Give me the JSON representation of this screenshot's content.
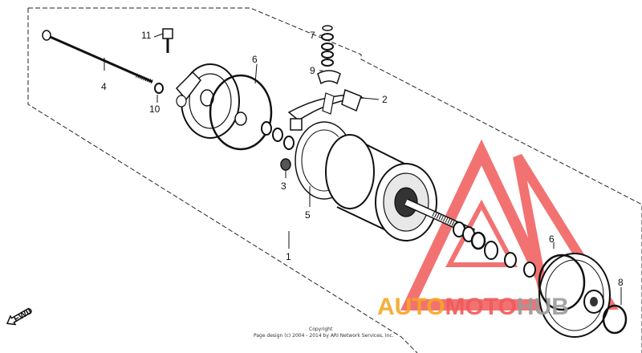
{
  "callouts": {
    "c1": "1",
    "c2": "2",
    "c3": "3",
    "c4": "4",
    "c5": "5",
    "c6a": "6",
    "c6b": "6",
    "c7": "7",
    "c8": "8",
    "c9": "9",
    "c10": "10",
    "c11": "11"
  },
  "direction_label": "FWD",
  "copyright": {
    "line1": "Copyright",
    "line2": "Page design (c) 2004 - 2014 by ARI Network Services, Inc."
  },
  "watermark": {
    "part1": "AUTO",
    "part2": "MOTO",
    "part3": "HUB",
    "color_red": "#f05a5a",
    "color_orange": "#f5a623",
    "color_gray": "#9a9a9a"
  }
}
